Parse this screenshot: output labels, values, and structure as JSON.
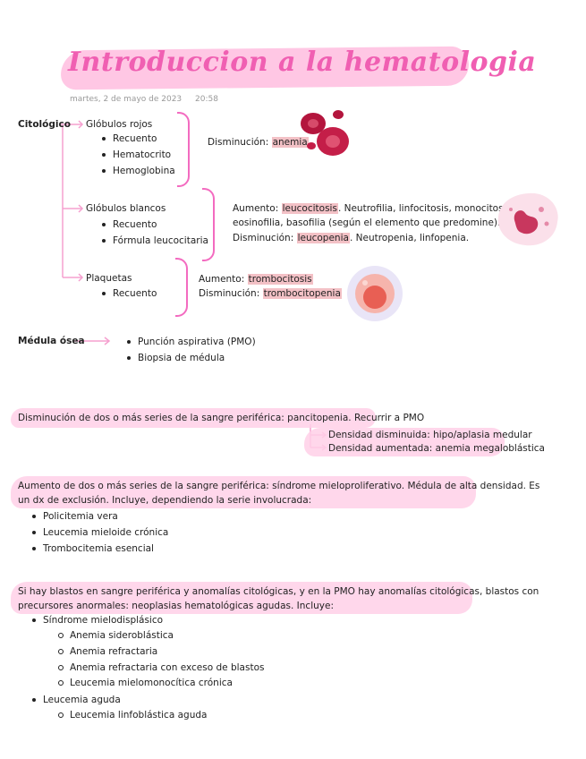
{
  "title": "Introduccion a la hematologia",
  "date": "martes, 2 de mayo de 2023",
  "time": "20:58",
  "citologico": {
    "label": "Citológico",
    "globulos_rojos": {
      "label": "Glóbulos rojos",
      "items": [
        "Recuento",
        "Hematocrito",
        "Hemoglobina"
      ],
      "note_prefix": "Disminución: ",
      "note_hl": "anemia"
    },
    "globulos_blancos": {
      "label": "Glóbulos blancos",
      "items": [
        "Recuento",
        "Fórmula leucocitaria"
      ],
      "line1_prefix": "Aumento: ",
      "line1_hl": "leucocitosis",
      "line1_suffix": ". Neutrofilia, linfocitosis, monocitosis,",
      "line2": "eosinofilia, basofilia (según el elemento que predomine).",
      "line3_prefix": "Disminución: ",
      "line3_hl": "leucopenia",
      "line3_suffix": ". Neutropenia, linfopenia."
    },
    "plaquetas": {
      "label": "Plaquetas",
      "items": [
        "Recuento"
      ],
      "line1_prefix": "Aumento: ",
      "line1_hl": "trombocitosis",
      "line2_prefix": "Disminución: ",
      "line2_hl": "trombocitopenia"
    }
  },
  "medula": {
    "label": "Médula ósea",
    "items": [
      "Punción aspirativa (PMO)",
      "Biopsia de médula"
    ]
  },
  "pancitopenia": {
    "text": "Disminución de dos o más series de la sangre periférica: pancitopenia. Recurrir a PMO",
    "branch1": "Densidad disminuida: hipo/aplasia medular",
    "branch2": "Densidad aumentada: anemia megaloblástica"
  },
  "mieloproliferativo": {
    "line1": "Aumento de dos o más series de la sangre periférica: síndrome mieloproliferativo. Médula de alta densidad. Es",
    "line2": "un dx de exclusión. Incluye, dependiendo la serie involucrada:",
    "items": [
      "Policitemia vera",
      "Leucemia mieloide crónica",
      "Trombocitemia esencial"
    ]
  },
  "neoplasias": {
    "line1": "Si hay blastos en sangre periférica y anomalías citológicas, y en la PMO hay anomalías citológicas, blastos con",
    "line2": "precursores anormales: neoplasias hematológicas agudas. Incluye:",
    "group1": {
      "label": "Síndrome mielodisplásico",
      "items": [
        "Anemia sideroblástica",
        "Anemia refractaria",
        "Anemia refractaria con exceso de blastos",
        "Leucemia mielomonocítica crónica"
      ]
    },
    "group2": {
      "label": "Leucemia aguda",
      "items": [
        "Leucemia linfoblástica aguda"
      ]
    }
  },
  "colors": {
    "accent": "#f36bc0",
    "highlight": "#f3c1c6",
    "band": "#ffd0e8",
    "red_cell": "#b3153d"
  }
}
